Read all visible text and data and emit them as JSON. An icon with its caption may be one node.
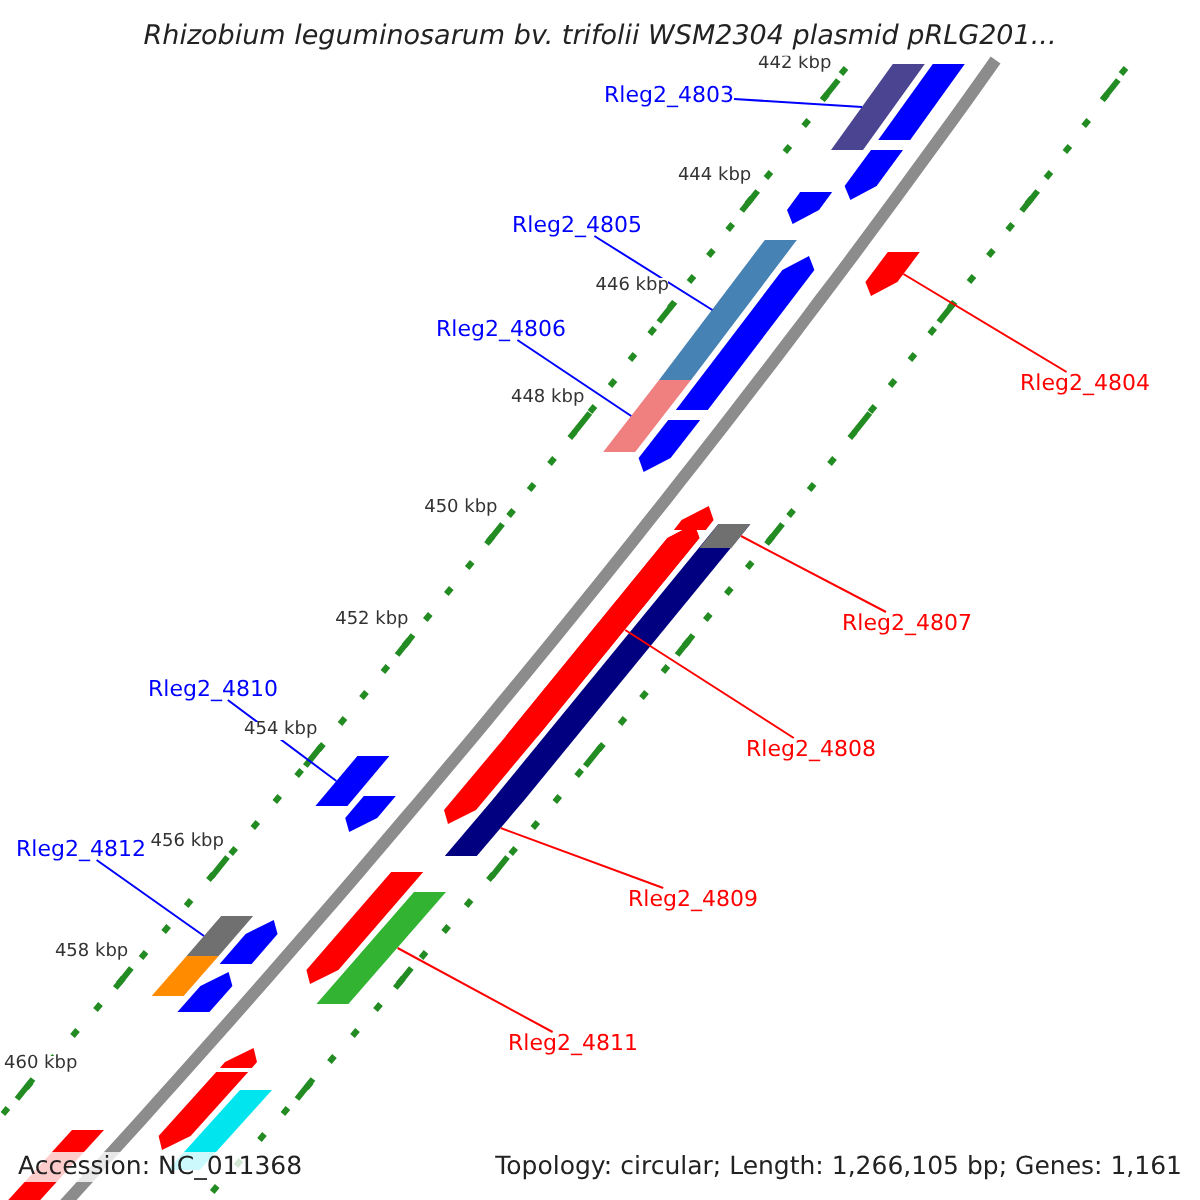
{
  "diagram": {
    "title": "Rhizobium leguminosarum bv. trifolii WSM2304 plasmid pRLG201...",
    "nodes": [
      {
        "text": [
          "Rleg2_4803"
        ]
      },
      {
        "text": [],
        "shape": "bar"
      },
      {
        "text": [
          "Rleg2_4805"
        ]
      },
      {
        "text": [],
        "shape": "bar"
      },
      {
        "text": [
          "Rleg2_4806"
        ]
      },
      {
        "text": [],
        "shape": "bar"
      },
      {
        "text": [
          "Rleg2_4804"
        ]
      },
      {
        "text": [],
        "shape": "bar"
      },
      {
        "text": [
          "Rleg2_4807"
        ]
      },
      {
        "text": [],
        "shape": "bar"
      },
      {
        "text": [
          "Rleg2_4810"
        ]
      },
      {
        "text": [],
        "shape": "bar"
      },
      {
        "text": [
          "Rleg2_4808"
        ]
      },
      {
        "text": [],
        "shape": "bar"
      },
      {
        "text": [
          "Rleg2_4812"
        ]
      },
      {
        "text": [],
        "shape": "bar"
      },
      {
        "text": [
          "Rleg2_4809"
        ]
      },
      {
        "text": [],
        "shape": "bar"
      },
      {
        "text": [
          "Rleg2_4811"
        ]
      },
      {
        "text": [],
        "shape": "bar"
      },
      {
        "text": [],
        "shape": "bar"
      }
    ],
    "edges": [
      {
        "from": 0,
        "to": 1,
        "arrow": "none",
        "color": "#0000ff"
      },
      {
        "from": 2,
        "to": 3,
        "arrow": "none",
        "color": "#0000ff"
      },
      {
        "from": 4,
        "to": 5,
        "arrow": "none",
        "color": "#0000ff"
      },
      {
        "from": 6,
        "to": 7,
        "arrow": "none",
        "color": "#ff0000"
      },
      {
        "from": 8,
        "to": 9,
        "arrow": "none",
        "color": "#ff0000"
      },
      {
        "from": 10,
        "to": 11,
        "arrow": "none",
        "color": "#0000ff"
      },
      {
        "from": 12,
        "to": 13,
        "arrow": "none",
        "color": "#ff0000"
      },
      {
        "from": 14,
        "to": 15,
        "arrow": "none",
        "color": "#0000ff"
      },
      {
        "from": 16,
        "to": 17,
        "arrow": "none",
        "color": "#ff0000"
      },
      {
        "from": 18,
        "to": 19,
        "arrow": "none",
        "color": "#ff0000"
      }
    ],
    "labels": [
      "442 kbp",
      "444 kbp",
      "446 kbp",
      "448 kbp",
      "450 kbp",
      "452 kbp",
      "454 kbp",
      "456 kbp",
      "458 kbp",
      "460 kbp",
      "Accession: NC_011368",
      "Topology: circular; Length: 1,266,105 bp; Genes: 1,161"
    ]
  }
}
